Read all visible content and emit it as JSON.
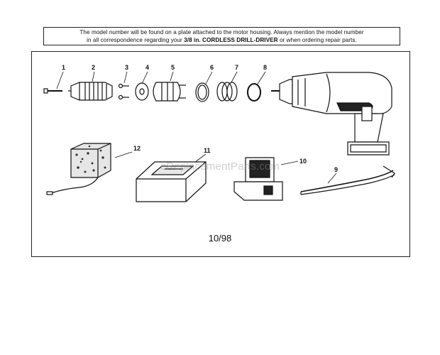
{
  "notice": {
    "line1": "The model number will be found on a plate attached to the motor housing. Always mention the model number",
    "line2_prefix": "in all correspondence regarding your ",
    "line2_bold": "3/8 in. CORDLESS DRILL-DRIVER",
    "line2_suffix": " or when ordering repair parts."
  },
  "callouts": [
    "1",
    "2",
    "3",
    "4",
    "5",
    "6",
    "7",
    "8",
    "9",
    "10",
    "11",
    "12"
  ],
  "date_code": "10/98",
  "watermark": "eReplacementParts.com"
}
